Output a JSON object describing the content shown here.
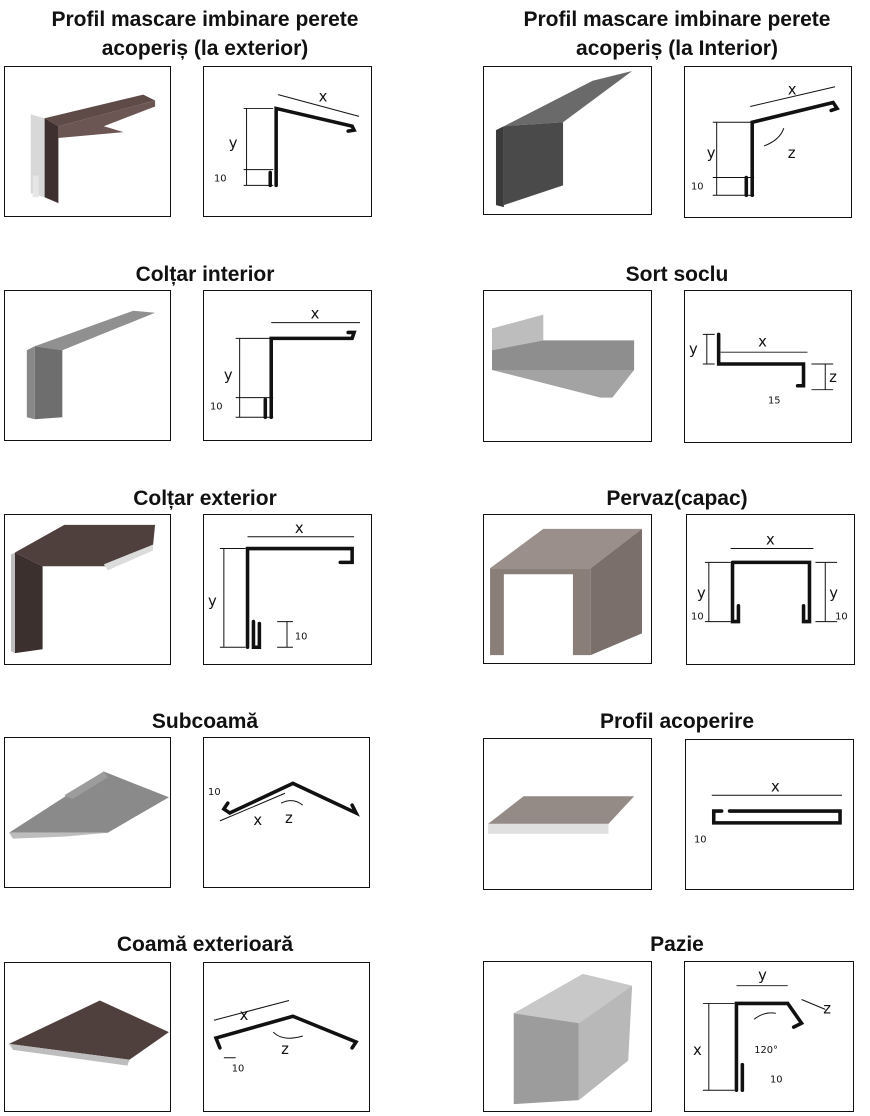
{
  "profiles": [
    {
      "title": "Profil mascare imbinare perete acoperiș (la exterior)",
      "dims": {
        "x": "x",
        "y": "y",
        "h": "10"
      },
      "color": "#4a3a38"
    },
    {
      "title": "Profil mascare imbinare perete acoperiș (la Interior)",
      "dims": {
        "x": "x",
        "y": "y",
        "z": "z",
        "h": "10"
      },
      "color": "#545454"
    },
    {
      "title": "Colțar interior",
      "dims": {
        "x": "x",
        "y": "y",
        "h": "10"
      },
      "color": "#707070"
    },
    {
      "title": "Sort soclu",
      "dims": {
        "x": "x",
        "y": "y",
        "z": "z",
        "h": "15"
      },
      "color": "#9a9a9a"
    },
    {
      "title": "Colțar exterior",
      "dims": {
        "x": "x",
        "y": "y",
        "h": "10"
      },
      "color": "#4a3a38"
    },
    {
      "title": "Pervaz(capac)",
      "dims": {
        "x": "x",
        "y": "y",
        "h": "10"
      },
      "color": "#8e8480"
    },
    {
      "title": "Subcoamă",
      "dims": {
        "x": "x",
        "z": "z",
        "h": "10"
      },
      "color": "#8a8a8a"
    },
    {
      "title": "Profil acoperire",
      "dims": {
        "x": "x",
        "h": "10"
      },
      "color": "#9a9090"
    },
    {
      "title": "Coamă exterioară",
      "dims": {
        "x": "x",
        "z": "z",
        "h": "10"
      },
      "color": "#4a3a38"
    },
    {
      "title": "Pazie",
      "dims": {
        "x": "x",
        "y": "y",
        "z": "z",
        "h": "10",
        "angle": "120°"
      },
      "color": "#a8a8a8"
    }
  ]
}
